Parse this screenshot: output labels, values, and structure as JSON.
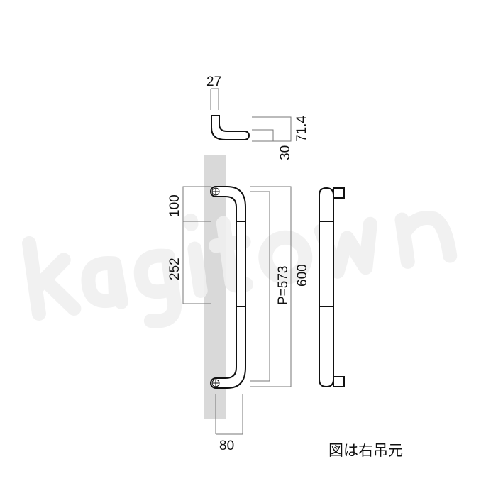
{
  "watermark": "kagitown",
  "top_view": {
    "width_label": "27",
    "depth_label": "71.4",
    "offset_label": "30"
  },
  "front_view": {
    "upper_label": "100",
    "grip_label": "252",
    "pitch_label": "P=573",
    "length_label": "600",
    "projection_label": "80"
  },
  "note": "図は右吊元",
  "colors": {
    "line": "#111111",
    "door": "#d9d9d9",
    "dim_line": "#555555"
  }
}
